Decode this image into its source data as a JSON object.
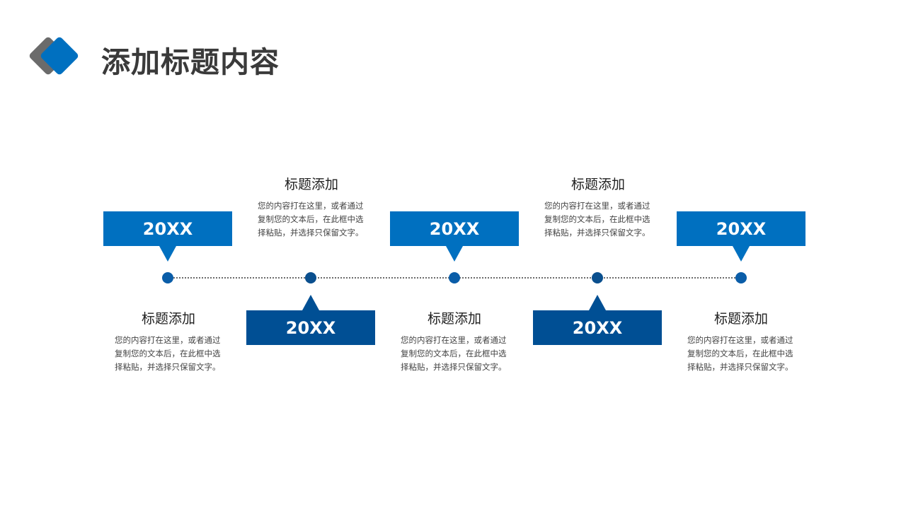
{
  "header": {
    "title": "添加标题内容"
  },
  "colors": {
    "blue": "#0070c0",
    "dark_blue": "#004f94",
    "gray": "#6b6b6b",
    "dot": "#0a5da8"
  },
  "timeline": {
    "years": [
      {
        "label": "20XX"
      },
      {
        "label": "20XX"
      },
      {
        "label": "20XX"
      },
      {
        "label": "20XX"
      },
      {
        "label": "20XX"
      }
    ],
    "blocks": [
      {
        "title": "标题添加",
        "body": "您的内容打在这里，或者通过复制您的文本后，在此框中选择粘贴，并选择只保留文字。"
      },
      {
        "title": "标题添加",
        "body": "您的内容打在这里，或者通过复制您的文本后，在此框中选择粘贴，并选择只保留文字。"
      },
      {
        "title": "标题添加",
        "body": "您的内容打在这里，或者通过复制您的文本后，在此框中选择粘贴，并选择只保留文字。"
      },
      {
        "title": "标题添加",
        "body": "您的内容打在这里，或者通过复制您的文本后，在此框中选择粘贴，并选择只保留文字。"
      },
      {
        "title": "标题添加",
        "body": "您的内容打在这里，或者通过复制您的文本后，在此框中选择粘贴，并选择只保留文字。"
      }
    ]
  }
}
